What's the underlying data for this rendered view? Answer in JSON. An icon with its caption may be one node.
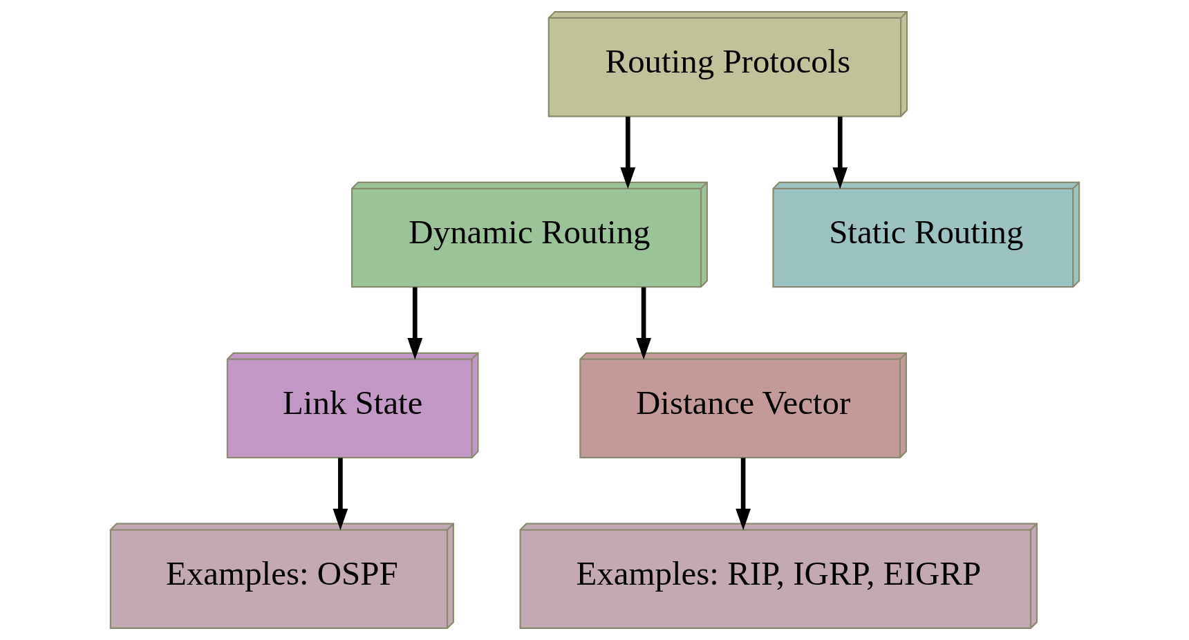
{
  "diagram": {
    "nodes": [
      {
        "text": [
          "Routing Protocols"
        ]
      },
      {
        "text": [
          "Dynamic Routing"
        ]
      },
      {
        "text": [
          "Static Routing"
        ]
      },
      {
        "text": [
          "Link State"
        ]
      },
      {
        "text": [
          "Distance Vector"
        ]
      },
      {
        "text": [
          "Examples: OSPF"
        ]
      },
      {
        "text": [
          "Examples: RIP, IGRP, EIGRP"
        ]
      }
    ],
    "edges": [
      {
        "from": 0,
        "to": 1,
        "arrow": "to"
      },
      {
        "from": 0,
        "to": 2,
        "arrow": "to"
      },
      {
        "from": 1,
        "to": 3,
        "arrow": "to"
      },
      {
        "from": 1,
        "to": 4,
        "arrow": "to"
      },
      {
        "from": 3,
        "to": 5,
        "arrow": "to"
      },
      {
        "from": 4,
        "to": 6,
        "arrow": "to"
      }
    ]
  }
}
